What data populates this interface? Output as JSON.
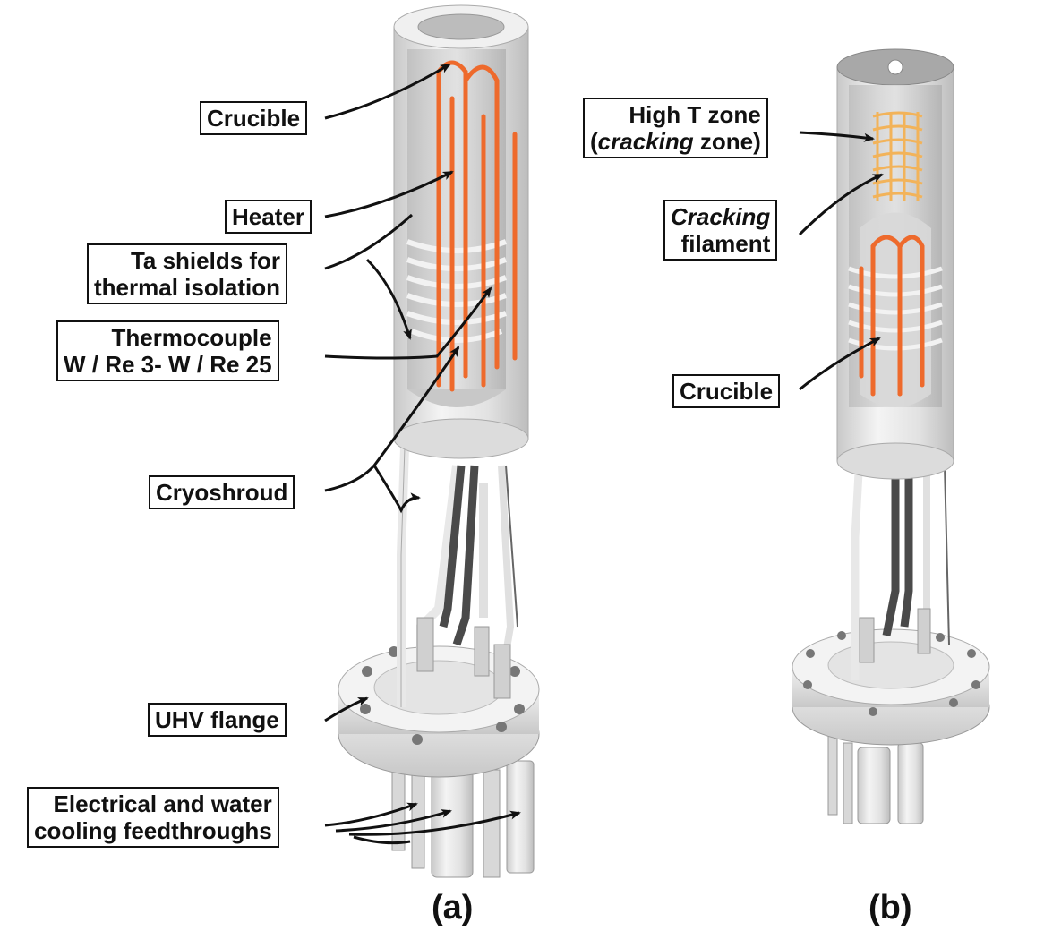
{
  "panel_a": {
    "caption": "(a)",
    "labels": {
      "crucible": "Crucible",
      "heater": "Heater",
      "ta_shields_line1": "Ta shields for",
      "ta_shields_line2": "thermal isolation",
      "thermocouple_line1": "Thermocouple",
      "thermocouple_line2": "W / Re 3- W / Re 25",
      "cryoshroud": "Cryoshroud",
      "uhv_flange": "UHV flange",
      "feedthroughs_line1": "Electrical and water",
      "feedthroughs_line2": "cooling feedthroughs"
    }
  },
  "panel_b": {
    "caption": "(b)",
    "labels": {
      "high_t_zone_line1": "High T zone",
      "high_t_zone_line2_open": "(",
      "high_t_zone_line2_italic": "cracking",
      "high_t_zone_line2_rest": " zone)",
      "cracking_filament_line1": "Cracking",
      "cracking_filament_line2": "filament",
      "crucible": "Crucible"
    }
  },
  "colors": {
    "heater": "#ee6a2c",
    "cracking_filament": "#f2b35a",
    "body": "#e6e6e6",
    "leads": "#4a4a4a",
    "outline": "#111111"
  }
}
